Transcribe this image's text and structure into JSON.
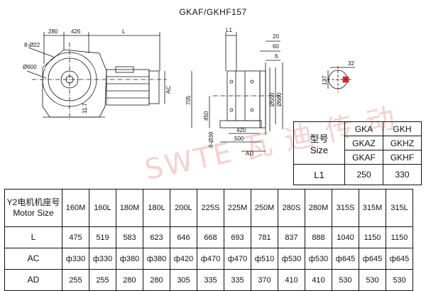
{
  "title": "GKAF/GKHF157",
  "watermark": "SWTE 瓦 迪 传 动",
  "drawing": {
    "left_view": {
      "dim_280": "280",
      "dim_426": "426",
      "dim_L": "L",
      "dim_holes": "8-Ø22",
      "dim_phi600": "Ø600",
      "dim_11_7": "11.7",
      "dim_AC": "AC"
    },
    "right_view": {
      "dim_L1": "L1",
      "dim_20": "20",
      "dim_60": "60",
      "dim_6": "6",
      "dim_705": "705",
      "dim_450": "450",
      "dim_8_phi39": "8-Ø39",
      "dim_phi550": "Ø550",
      "dim_phi660": "Ø660",
      "dim_420": "420",
      "dim_500": "500",
      "dim_AD": "AD"
    },
    "shaft_detail": {
      "dim_32": "32",
      "dim_127": "127"
    }
  },
  "model_table": {
    "label_cn": "型号",
    "label_en": "Size",
    "col1": [
      "GKA",
      "GKAZ",
      "GKAF"
    ],
    "col2": [
      "GKH",
      "GKHZ",
      "GKHF"
    ],
    "row_label": "L1",
    "row_values": [
      "250",
      "330"
    ]
  },
  "size_table": {
    "header_cn": "Y2电机机座号",
    "header_en": "Motor Size",
    "sizes": [
      "160M",
      "160L",
      "180M",
      "180L",
      "200L",
      "225S",
      "225M",
      "250M",
      "280S",
      "280M",
      "315S",
      "315M",
      "315L"
    ],
    "rows": [
      {
        "label": "L",
        "values": [
          "475",
          "519",
          "583",
          "623",
          "646",
          "668",
          "693",
          "781",
          "837",
          "888",
          "1040",
          "1150",
          "1150"
        ]
      },
      {
        "label": "AC",
        "values": [
          "ф330",
          "ф330",
          "ф380",
          "ф380",
          "ф420",
          "ф470",
          "ф470",
          "ф510",
          "ф530",
          "ф530",
          "ф645",
          "ф645",
          "ф645"
        ]
      },
      {
        "label": "AD",
        "values": [
          "255",
          "255",
          "280",
          "280",
          "305",
          "335",
          "335",
          "370",
          "410",
          "410",
          "530",
          "530",
          "530"
        ]
      }
    ]
  }
}
